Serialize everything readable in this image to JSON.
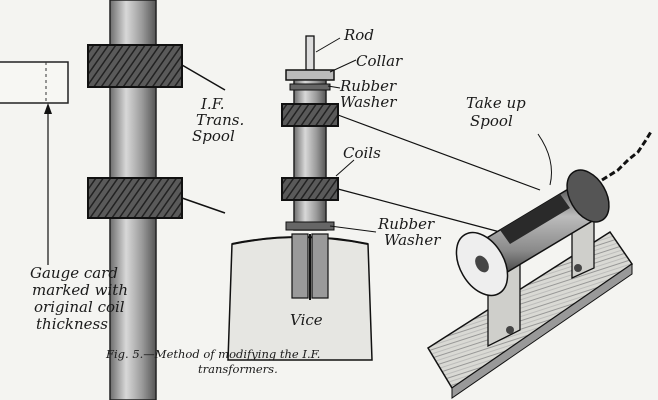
{
  "labels": {
    "rod": "Rod",
    "collar": "Collar",
    "rubber_washer_top_1": "Rubber",
    "rubber_washer_top_2": "Washer",
    "if_spool_1": "I.F.",
    "if_spool_2": "Trans.",
    "if_spool_3": "Spool",
    "coils": "Coils",
    "take_up_1": "Take up",
    "take_up_2": "Spool",
    "rubber_washer_bottom_1": "Rubber",
    "rubber_washer_bottom_2": "Washer",
    "gauge_1": "Gauge card",
    "gauge_2": "marked with",
    "gauge_3": "original coil",
    "gauge_4": "thickness",
    "vice": "Vice"
  },
  "caption": {
    "line1": "Fig.  5.—Method  of  modifying  the  I.F.",
    "line2": "transformers."
  }
}
